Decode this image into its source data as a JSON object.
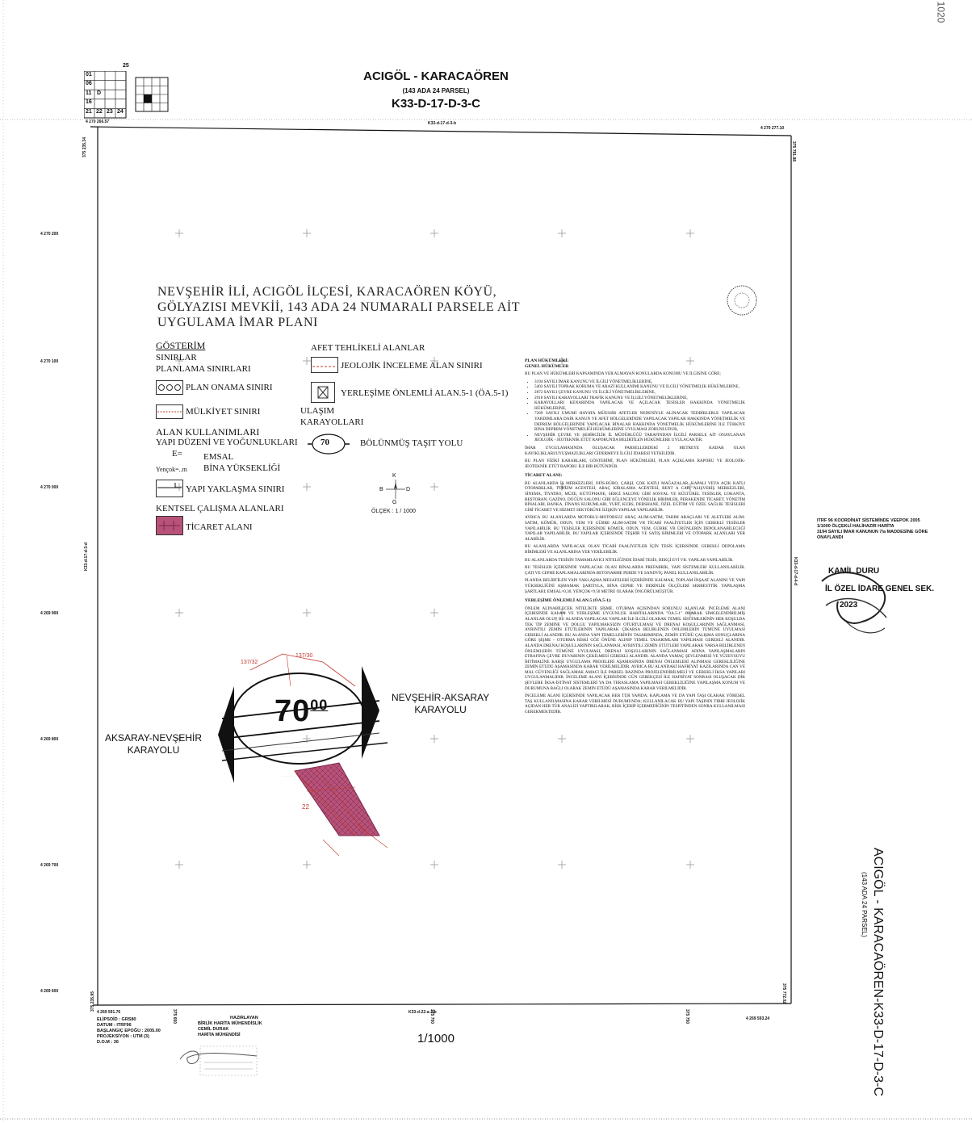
{
  "header": {
    "title": "ACIGÖL - KARACAÖREN",
    "subtitle": "(143 ADA 24 PARSEL)",
    "sheet": "K33-D-17-D-3-C"
  },
  "page_mark": "1020",
  "plan_title": [
    "NEVŞEHİR İLİ, ACIGÖL İLÇESİ, KARACAÖREN KÖYÜ,",
    "GÖLYAZISI MEVKİİ, 143 ADA 24 NUMARALI PARSELE AİT",
    "UYGULAMA İMAR PLANI"
  ],
  "legend": {
    "heading": "GÖSTERİM",
    "sinirlar": "SINIRLAR",
    "planlama_sinirlari": "PLANLAMA SINIRLARI",
    "plan_onama": "PLAN ONAMA SINIRI",
    "mulkiyet": "MÜLKİYET SINIRI",
    "alan_kullanimlari": "ALAN KULLANIMLARI",
    "yapi_duzeni": "YAPI DÜZENİ VE YOĞUNLUKLARI",
    "e_label": "E=",
    "emsal": "EMSAL",
    "yencok_label": "Yençok=..m",
    "bina_yuksekligi": "BİNA YÜKSEKLİĞİ",
    "yapi_yaklasma": "YAPI YAKLAŞMA SINIRI",
    "kentsel": "KENTSEL ÇALIŞMA ALANLARI",
    "ticaret": "TİCARET ALANI",
    "afet": "AFET TEHLİKELİ ALANLAR",
    "jeolojik": "JEOLOJİK İNCELEME ALAN SINIRI",
    "yerlesime": "YERLEŞİME ÖNLEMLİ ALAN.5-1 (ÖA.5-1)",
    "ulasim": "ULAŞIM",
    "karayollari": "KARAYOLLARI",
    "bolunmus_value": "70",
    "bolunmus": "BÖLÜNMÜŞ TAŞIT YOLU",
    "olcek": "ÖLÇEK : 1 / 1000",
    "compass": {
      "n": "K",
      "s": "G",
      "w": "B",
      "e": "D"
    }
  },
  "map": {
    "road_width": "70",
    "road_width_sup": "00",
    "road_east": [
      "NEVŞEHİR-AKSARAY",
      "KARAYOLU"
    ],
    "road_west": [
      "AKSARAY-NEVŞEHİR",
      "KARAYOLU"
    ],
    "parcels": [
      "137/32",
      "137/30",
      "22"
    ]
  },
  "notes": {
    "title": "PLAN HÜKÜMLERİ:",
    "general": "GENEL HÜKÜMLER",
    "intro": "BU PLAN VE HÜKÜMLERİ KAPSAMINDA YER ALMAYAN KONULARDA KONUMU VE İLGİSİNE GÖRE;",
    "list": [
      "3194 SAYILI İMAR KANUNU VE İLGİLİ YÖNETMELİKLERİNE,",
      "5403 SAYILI TOPRAK KORUMA VE ARAZİ KULLANIMI KANUNU VE İLGİLİ YÖNETMELİK HÜKÜMLERİNE,",
      "2872 SAYILI ÇEVRE KANUNU VE İLGİLİ YÖNETMELİKLERİNE,",
      "2918 SAYILI KARAYOLLARI TRAFİK KANUNU VE İLGİLİ YÖNETMELİKLERİNE,",
      "KARAYOLLARI KENARINDA YAPILACAK VE AÇILACAK TESİSLER HAKKINDA YÖNETMELİK HÜKÜMLERİNE,",
      "7269 SAYILI UMUMİ HAYATA MÜESSİR AFETLER NEDENİYLE ALINACAK TEDBİRLERLE YAPILACAK YARDIMLARA DAİR KANUN VE AFET BÖLGELERİNDE YAPILACAK YAPILAR HAKKINDA YÖNETMELİK VE DEPREM BÖLGELERİNDE YAPILACAK BİNALAR HAKKINDA YÖNETMELİK HÜKÜMLERİNE İLE TÜRKİYE BİNA DEPREM YÖNETMELİĞİ HÜKÜMLERİNE UYULMASI ZORUNLUDUR,",
      "NEVŞEHİR ÇEVRE VE ŞEHİRCİLİK İL MÜDÜRLÜĞÜ TARAFINDAN İLGİLİ PARSELE AİT ONAYLANAN JEOLOJİK - JEOTEKNİK ETÜT RAPORUNDA BELİRTİLEN HÜKÜMLERE UYULACAKTIR."
    ],
    "p1": "İMAR UYGULAMASINDA OLUŞACAK PARSELLERDEKİ 2 METREYE KADAR OLAN KAYIKLIKLARI/UYUŞMAZLIKLARI GİDERMEYE İLGİLİ İDARESİ YETKİLİDİR.",
    "p2": "BU PLAN FİZİKİ KARARLARI, GÖSTERİMİ, PLAN HÜKÜMLERİ, PLAN AÇIKLAMA RAPORU VE JEOLOJİK-JEOTEKNİK ETÜT RAPORU İLE BİR BÜTÜNDÜR.",
    "ticaret_title": "TİCARET ALANI:",
    "t1": "BU ALANLARDA İŞ MERKEZLERİ, OFİS-BÜRO, ÇARŞI, ÇOK KATLI MAĞAZALAR, KAPALI VEYA AÇIK KATLI OTOPARKLAR, TURİZM ACENTESİ, ARAÇ KİRALAMA ACENTESİ, RENT A CAR, ALIŞVERİŞ MERKEZLERİ, SİNEMA, TİYATRO, MÜZE, KÜTÜPHANE, SERGİ SALONU GİBİ SOSYAL VE KÜLTÜREL TESİSLER, LOKANTA, RESTORAN, GAZİNO, DÜĞÜN SALONU GİBİ EĞLENCEYE YÖNELİK BİRİMLER, PERAKENDE TİCARET, YÖNETİM BİNALARI, BANKA, FİNANS KURUMLARI, YURT, KURS, DERSHANE, ÖZEL EĞİTİM VE ÖZEL SAĞLIK TESİSLERİ GİBİ TİCARET VE HİZMET SEKTÖRÜNE İLİŞKİN YAPILAR YAPILABİLİR.",
    "t2": "AYRICA BU ALANLARDA MOTORLU-MOTORSUZ ARAÇ ALIM-SATIM, TARIM ARAÇLARI VE ALETLERİ ALIM-SATIM, KÖMÜR, ODUN, YEM VE GÜBRE ALIM-SATIM VB TİCARİ FAALİYETLER İÇİN GEREKLİ TESİSLER YAPILABİLİR. BU TESİSLER İÇERİSİNDE KÖMÜR, ODUN, YEM, GÜBRE VB ÜRÜNLERİN DEPOLANABİLECEĞİ YAPILAR YAPILABİLİR. BU YAPILAR İÇERİSİNDE TEŞHİR VE SATIŞ BİRİMLERİ VE OTOPARK ALANLARI YER ALABİLİR.",
    "t3": "BU ALANLARDA YAPILACAK OLAN TİCARİ FAALİYETLER İÇİN TESİS İÇERİSİNDE GEREKLİ DEPOLAMA BİRİMLERİ VE ALANLARINA YER VERİLEBİLİR.",
    "t4": "BU ALANLARDA TESİSİN TAMAMLAYICI NİTELİĞİNDE İDARİ TESİS, BEKÇİ EVİ VB. YAPILAR YAPILABİLİR.",
    "t5": "BU TESİSLER İÇERİSİNDE YAPILACAK OLAN BİNALARDA PREFABRİK, YAPI SİSTEMLERİ KULLANILABİLİR. ÇATI VE CEPHE KAPLAMALARINDA BETONARME PERDE VE SANDVİÇ PANEL KULLANILABİLİR.",
    "t6": "PLANDA BELİRTİLEN YAPI YAKLAŞMA MESAFELERİ İÇERİSİNDE KALMAK, TOPLAM İNŞAAT ALANINI VE YAPI YÜKSEKLİĞİNİ AŞMAMAK ŞARTIYLA, BİNA CEPHE VE DERİNLİK ÖLÇÜLERİ SERBESTTİR. YAPILAŞMA ŞARTLARI; EMSAL=0,30, YENÇOK=9.50 METRE OLARAK ÖNGÖRÜLMÜŞTÜR.",
    "yerlesime_title": "YERLEŞİME ÖNLEMLİ ALAN.5 (ÖA.5-1):",
    "y1": "ÖNLEM ALINABİLECEK NİTELİKTE ŞİŞME, OTURMA AÇISINDAN SORUNLU ALANLAR. İNCELEME ALANI İÇERİSİNDE KALAN VE YERLEŞİME UYGUNLUK HARİTALARINDA \"ÖA.5-1\" OLARAK SİMGELENDİRİLMİŞ ALANLAR OLUP, BU ALANDA YAPILACAK YAPILAR İLE İLGİLİ OLARAK TEMEL SİSTEMLERİNİN HER KOŞULDA TEK TİP ZEMİNE VE DOLGU YAPILMAKSIZIN OTURTULMASI VE DRENAJ KOŞULLARININ SAĞLANMASI, AYRINTILI ZEMİN ETÜTLERİNİN YAPILARAK ÇIKARSA BELİRLENEN ÖNLEMLERİN TÜMÜNE UYULMASI GEREKLİ ALANDIR. BU ALANDA YAPI TEMELLERİNİN TASARIMINDA, ZEMİN ETÜDÜ ÇALIŞMA SONUÇLARINA GÖRE ŞİŞME - OTURMA RİSKİ GÖZ ÖNÜNE ALINIP TEMEL TASARIMLARI YAPILMASI GEREKLİ ALANDIR. ALANDA DRENAJ KOŞULLARININ SAĞLANMASI, AYRINTILI ZEMİN ETÜTLERİ YAPILARAK VARSA BELİRLENEN ÖNLEMLERİN TÜMÜNE UYULMASI, DRENAJ KOŞULLARININ SAĞLANMASI ADINA YAPILAŞMALARIN ETRAFINA ÇEVRE DUVARININ ÇEKİLMESİ GEREKLİ ALANDIR. ALANDA YAMAÇ ŞEVLENMESİ VE YÜZEYSUYU İHTİMALİNE KARŞI UYGULAMA PROJELERİ AŞAMASINDA DRENAJ ÖNLEMLERİ ALINMASI GEREKLİLİĞİNE ZEMİN ETÜDÜ AŞAMASINDA KARAR VERİLMELİDİR. AYRICA BU ALANDAKİ HAFRİYAT KAZILARINDA CAN VE MAL GÜVENLİĞİ SAĞLAMAK AMACI İLE PARSEL BAZINDA PROJELENDİRİLMELİ VE GEREKLİ İKSA YAPILARI UYGULANMALIDIR. İNCELEME ALANI İÇERİSİNDE GÜN GEREKÇESİ İLE HAFRİYAT SONRASI OLUŞACAK DİK ŞEVLERE İKSA-İSTİNAT SİSTEMLERİ YA DA TERASLAMA YAPILMASI GEREKLİLİĞİNE YAPILAŞMA KONUM VE DURUMUNA BAĞLI OLARAK ZEMİN ETÜDÜ AŞAMASINDA KARAR VERİLMELİDİR.",
    "y2": "İNCELEME ALANI İÇERİSİNDE YAPILACAK HER TÜR YAPIDA; KAPLAMA VE DA YAPI TAŞI OLARAK YÖRESEL TAŞ KULLANILMASINA KARAR VERİLMESİ DURUMUNDA; KULLANILACAK BU YAPI TAŞININ TIBBİ JEOLOJİK AÇIDAN HER TÜR ANALİZİ YAPTIRILARAK, RİSK İÇERİP İÇERMEDİĞİNİN TESPİTİNDEN SONRA KULLANILMASI GEREKMEKTEDİR."
  },
  "right_note": {
    "itrf": "ITRF 96 KOORDİNAT SİSTEMİNDE VEEPOK 2005",
    "l2": "1/1000 ÖLÇEKLİ HALİHAZIR HARİTA",
    "l3": "3194 SAYILI İMAR KANUNUN 7/a MADDESİNE GÖRE",
    "l4": "ONAYLANDI",
    "stamp1": "KAMİL DURU",
    "stamp2": "İL ÖZEL İDARE GENEL SEK.",
    "stamp_date": "2023"
  },
  "coords": {
    "top_left": "4 270 266.57",
    "top_right": "4 270 277.10",
    "sheet_top": "K33-d-17-d-3-b",
    "sheet_bottom": "K33-d-22-a-2-b",
    "sheet_left": "K33-d-17-d-3-d",
    "sheet_right": "K33-d-17-d-4-d",
    "y_ticks": [
      "4 270 200",
      "4 270 100",
      "4 270 000",
      "4 269 900",
      "4 269 800",
      "4 269 700",
      "4 269 600"
    ],
    "x_ticks": [
      "375 650",
      "375 700",
      "375 750"
    ],
    "bottom_left": "4 269 591.76",
    "bottom_right": "4 269 593.24",
    "left_top_x": "375 235.34",
    "right_top_x": "375 781.88",
    "left_bottom_x": "375 235.95",
    "right_bottom_x": "375 772.02"
  },
  "footer": {
    "datum": [
      "ELİPSOİD : GRS80",
      "DATUM : ITRF96",
      "BAŞLANGIÇ EPOĞU : 2005.00",
      "PROJEKSİYON : UTM (3)",
      "D.O.M : 36"
    ],
    "hazirlayan": [
      "HAZIRLAYAN",
      "BİRLİK HARİTA MÜHENDİSLİK",
      "CEMİL DURAK",
      "HARİTA MÜHENDİSİ"
    ],
    "scale": "1/1000"
  },
  "side_title": {
    "main": "ACIGÖL - KARACAÖREN-K33-D-17-D-3-C",
    "sub": "(143 ADA 24 PARSEL)"
  },
  "index_grid": {
    "rows": [
      [
        "01",
        "",
        "",
        ""
      ],
      [
        "06",
        "",
        "",
        ""
      ],
      [
        "11",
        "D",
        "",
        ""
      ],
      [
        "16",
        "",
        "",
        ""
      ],
      [
        "21",
        "22",
        "23",
        "24"
      ]
    ],
    "corner": "25",
    "last": "25"
  },
  "colors": {
    "ticaret": "#b8527a",
    "ticaret_dark": "#7a2848",
    "parcel_line": "#c0392b",
    "black": "#111111"
  }
}
